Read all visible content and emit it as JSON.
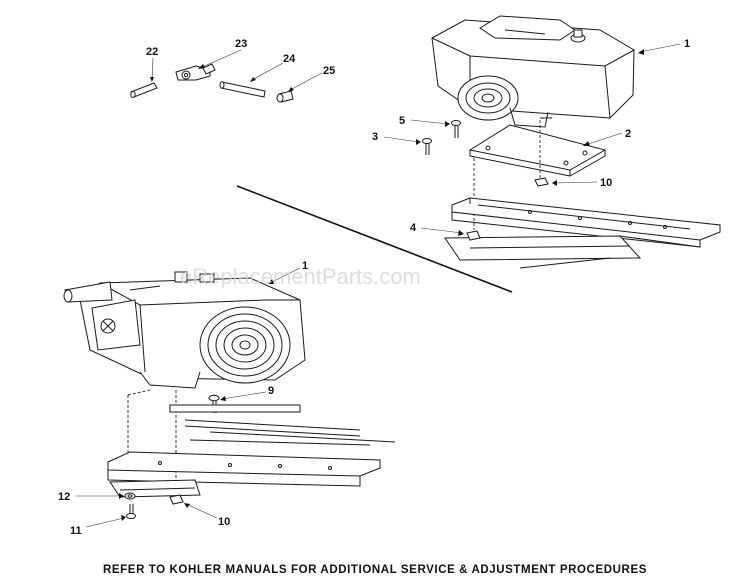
{
  "callouts": {
    "c22": "22",
    "c23": "23",
    "c24": "24",
    "c25": "25",
    "c1_top": "1",
    "c2": "2",
    "c3": "3",
    "c4": "4",
    "c5": "5",
    "c10_top": "10",
    "c1_bottom": "1",
    "c9": "9",
    "c10_bottom": "10",
    "c11": "11",
    "c12": "12"
  },
  "watermark": "eReplacementParts.com",
  "footer_note": "REFER TO KOHLER MANUALS FOR ADDITIONAL SERVICE & ADJUSTMENT PROCEDURES"
}
